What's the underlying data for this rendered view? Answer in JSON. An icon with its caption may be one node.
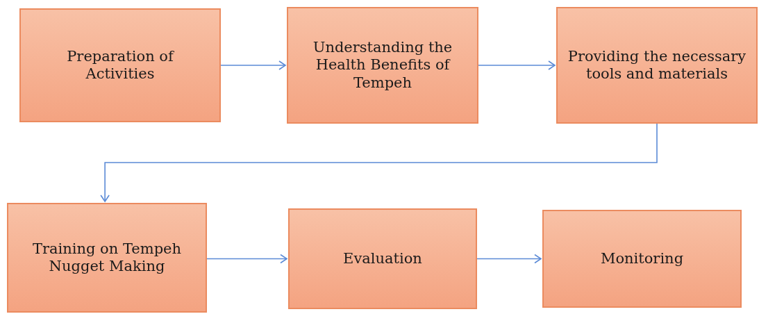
{
  "diagram": {
    "nodes": [
      {
        "text": [
          "Preparation of Activities"
        ]
      },
      {
        "text": [
          "Understanding the Health Benefits of Tempeh"
        ]
      },
      {
        "text": [
          "Providing the necessary tools and materials"
        ]
      },
      {
        "text": [
          "Training on Tempeh Nugget Making"
        ]
      },
      {
        "text": [
          "Evaluation"
        ]
      },
      {
        "text": [
          "Monitoring"
        ]
      }
    ],
    "edges": [
      {
        "from": 0,
        "to": 1,
        "arrow": "to"
      },
      {
        "from": 1,
        "to": 2,
        "arrow": "to"
      },
      {
        "from": 2,
        "to": 3,
        "arrow": "to"
      },
      {
        "from": 3,
        "to": 4,
        "arrow": "to"
      },
      {
        "from": 4,
        "to": 5,
        "arrow": "to"
      }
    ]
  }
}
